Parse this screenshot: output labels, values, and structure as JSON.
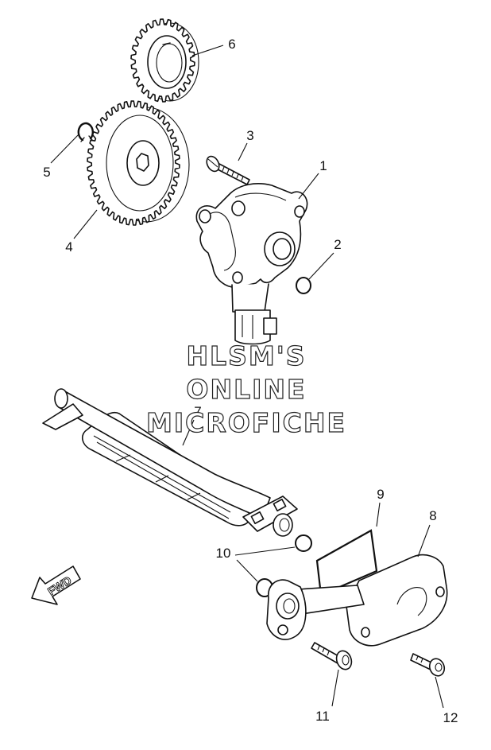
{
  "callouts": [
    "1",
    "2",
    "3",
    "4",
    "5",
    "6",
    "7",
    "8",
    "9",
    "10",
    "11",
    "12"
  ],
  "watermark": {
    "line1": "HLSM'S",
    "line2": "ONLINE",
    "line3": "MICROFICHE"
  },
  "direction": {
    "label": "FWD"
  }
}
